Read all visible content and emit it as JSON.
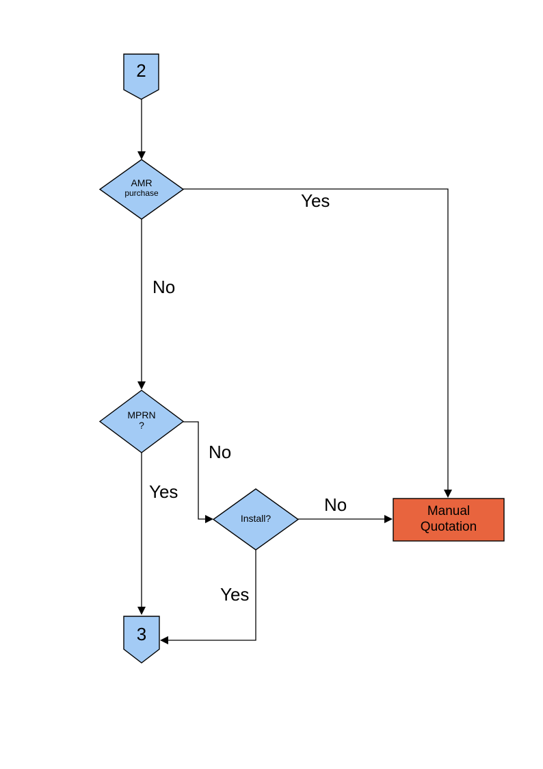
{
  "page": {
    "background": "#FFFFFF"
  },
  "colors": {
    "node_fill": "#A3CBF5",
    "node_border": "#000000",
    "line": "#000000",
    "arrow": "#000000",
    "manual_fill": "#E8643E",
    "text": "#000000"
  },
  "nodes": {
    "connector_2": {
      "type": "off-page-connector",
      "label": "2"
    },
    "amr": {
      "type": "decision",
      "line1": "AMR",
      "line2": "purchase"
    },
    "mprn": {
      "type": "decision",
      "line1": "MPRN",
      "line2": "?"
    },
    "install": {
      "type": "decision",
      "label": "Install?"
    },
    "manual_quotation": {
      "type": "process",
      "label": "Manual Quotation"
    },
    "connector_3": {
      "type": "off-page-connector",
      "label": "3"
    }
  },
  "edge_labels": {
    "amr_yes": "Yes",
    "amr_no": "No",
    "mprn_no": "No",
    "mprn_yes": "Yes",
    "install_no": "No",
    "install_yes": "Yes"
  }
}
